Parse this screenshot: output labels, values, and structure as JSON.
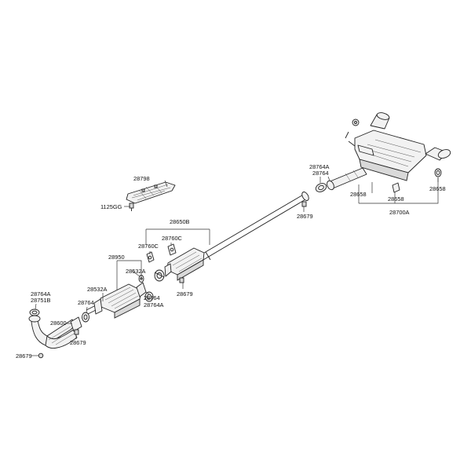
{
  "labels": {
    "l28798": "28798",
    "l1125GG": "1125GG",
    "l28650B": "28650B",
    "l28760C_a": "28760C",
    "l28760C_b": "28760C",
    "l28950": "28950",
    "l28532A_a": "28532A",
    "l28532A_b": "28532A",
    "l28764_a": "28764",
    "l28764A_a": "28764A",
    "l28764A_b": "28764A",
    "l28751B": "28751B",
    "l28764_b": "28764",
    "l28600": "28600",
    "l28679_a": "28679",
    "l28679_b": "28679",
    "l28679_c": "28679",
    "l28679_d": "28679",
    "l28764A_c": "28764A",
    "l28764_c": "28764",
    "l28658_a": "28658",
    "l28658_b": "28658",
    "l28658_c": "28658",
    "l28700A": "28700A"
  }
}
